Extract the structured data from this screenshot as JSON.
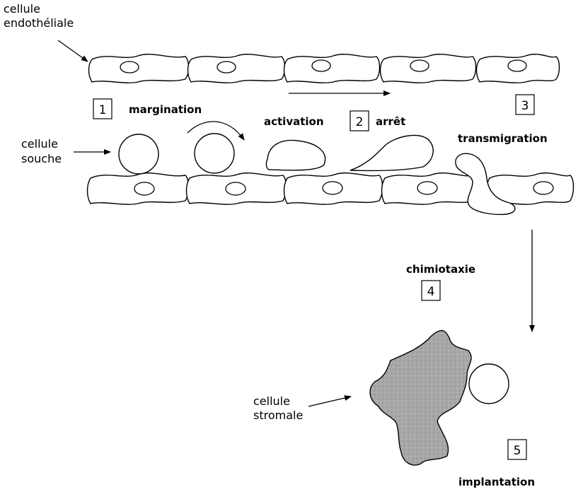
{
  "labels": {
    "endothelial_line1": "cellule",
    "endothelial_line2": "endothéliale",
    "stem_line1": "cellule",
    "stem_line2": "souche",
    "stromal_line1": "cellule",
    "stromal_line2": "stromale"
  },
  "steps": [
    {
      "number": "1",
      "label": "margination"
    },
    {
      "number": "2",
      "label": "arrêt"
    },
    {
      "number": "3",
      "label": "transmigration"
    },
    {
      "number": "4",
      "label": "chimiotaxie"
    },
    {
      "number": "5",
      "label": "implantation"
    }
  ],
  "activation_label": "activation",
  "colors": {
    "stroke": "#000000",
    "stromal_fill": "#a8a8a8",
    "background": "#ffffff"
  }
}
